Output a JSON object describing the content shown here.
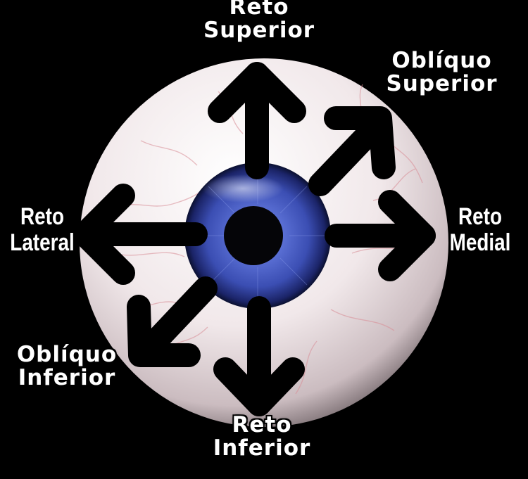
{
  "labels": {
    "reto_superior": {
      "line1": "Reto",
      "line2": "Superior"
    },
    "obliquo_superior": {
      "line1": "Oblíquo",
      "line2": "Superior"
    },
    "reto_lateral": {
      "line1": "Reto",
      "line2": "Lateral"
    },
    "reto_medial": {
      "line1": "Reto",
      "line2": "Medial"
    },
    "obliquo_inferior": {
      "line1": "Oblíquo",
      "line2": "Inferior"
    },
    "reto_inferior": {
      "line1": "Reto",
      "line2": "Inferior"
    }
  },
  "colors": {
    "background": "#000000",
    "sclera": "#f3eced",
    "iris": "#3d4fb0",
    "pupil": "#050508",
    "arrow": "#000000",
    "text": "#ffffff"
  }
}
